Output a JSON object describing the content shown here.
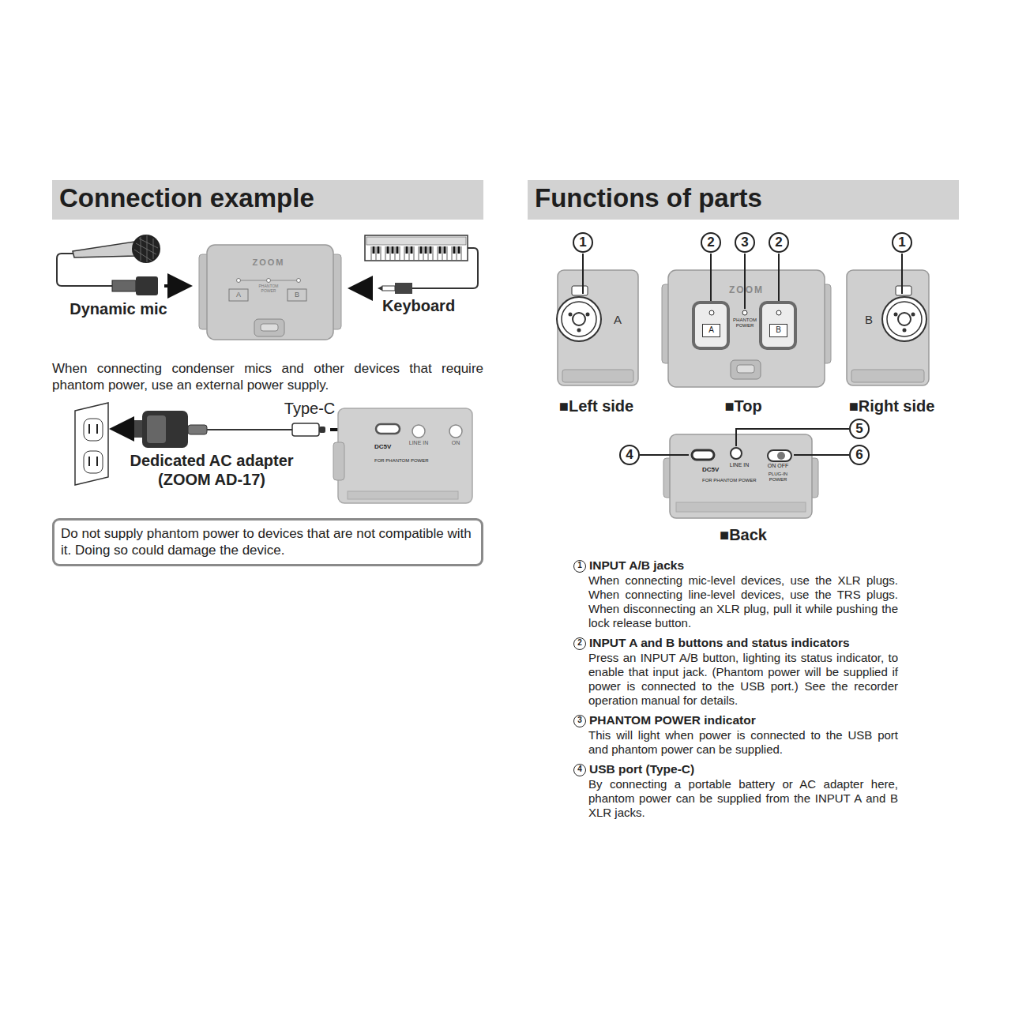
{
  "diagram": {
    "nodes": [
      {
        "text": [
          "Connection example"
        ]
      },
      {
        "text": [
          "Functions of parts"
        ]
      },
      {
        "text": [
          "Do not supply phantom power to devices that are not compatible with it. Doing so could damage the device."
        ]
      },
      {
        "text": [
          "A"
        ]
      },
      {
        "text": [
          "B"
        ]
      }
    ],
    "labels": [
      "Dynamic mic",
      "Keyboard",
      "ZOOM",
      "PHANTOM POWER",
      "A",
      "B",
      "When connecting condenser mics and other devices that require phantom power, use an external power supply.",
      "Type-C",
      "Dedicated AC adapter (ZOOM AD-17)",
      "DC5V",
      "FOR PHANTOM POWER",
      "LINE IN",
      "ON",
      "1",
      "2",
      "3",
      "2",
      "1",
      "A",
      "ZOOM",
      "PHANTOM POWER",
      "B",
      "■Left side",
      "■Top",
      "■Right side",
      "5",
      "4",
      "6",
      "DC5V",
      "FOR PHANTOM POWER",
      "LINE IN",
      "ON OFF",
      "PLUG-IN POWER",
      "■Back",
      "1",
      "INPUT A/B jacks",
      "When connecting mic-level devices, use the XLR plugs. When connecting line-level devices, use the TRS plugs. When disconnecting an XLR plug, pull it while pushing the lock release button.",
      "2",
      "INPUT A and B buttons and status indicators",
      "Press an INPUT A/B button, lighting its status indicator, to enable that input jack. (Phantom power will be supplied if power is connected to the USB port.) See the recorder operation manual for details.",
      "3",
      "PHANTOM POWER indicator",
      "This will light when power is connected to the USB port and phantom power can be supplied.",
      "4",
      "USB port (Type-C)",
      "By connecting a portable battery or AC adapter here, phantom power can be supplied from the INPUT A and B XLR jacks."
    ]
  }
}
